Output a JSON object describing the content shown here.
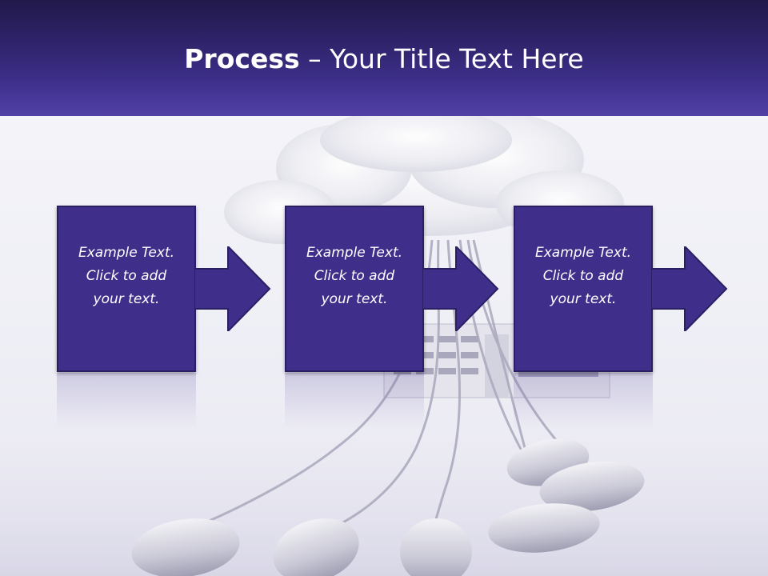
{
  "header": {
    "title_strong": "Process",
    "title_rest": " – Your Title Text Here"
  },
  "colors": {
    "accent": "#3f2f8b",
    "header_dark": "#21194a",
    "header_light": "#5240a6",
    "text_on_accent": "#ffffff"
  },
  "steps": [
    {
      "text": "Example Text.\nClick  to add\nyour text."
    },
    {
      "text": "Example Text.\nClick  to add\nyour text."
    },
    {
      "text": "Example Text.\nClick  to add\nyour text."
    }
  ],
  "icons": {
    "arrow": "arrow-right-icon",
    "background": "cloud-network-mice-image"
  }
}
